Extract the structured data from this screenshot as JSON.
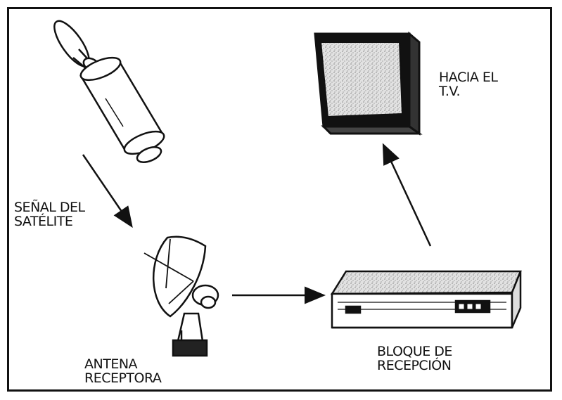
{
  "labels": {
    "satellite_signal": [
      "SEÑAL DEL",
      "SATÉLITE"
    ],
    "antenna": [
      "ANTENA",
      "RECEPTORA"
    ],
    "receiver_block": [
      "BLOQUE DE",
      "RECEPCIÓN"
    ],
    "to_tv": [
      "HACIA EL",
      "T.V."
    ]
  },
  "colors": {
    "ink": "#111111",
    "paper": "#ffffff",
    "screen": "#cfcfcf"
  }
}
